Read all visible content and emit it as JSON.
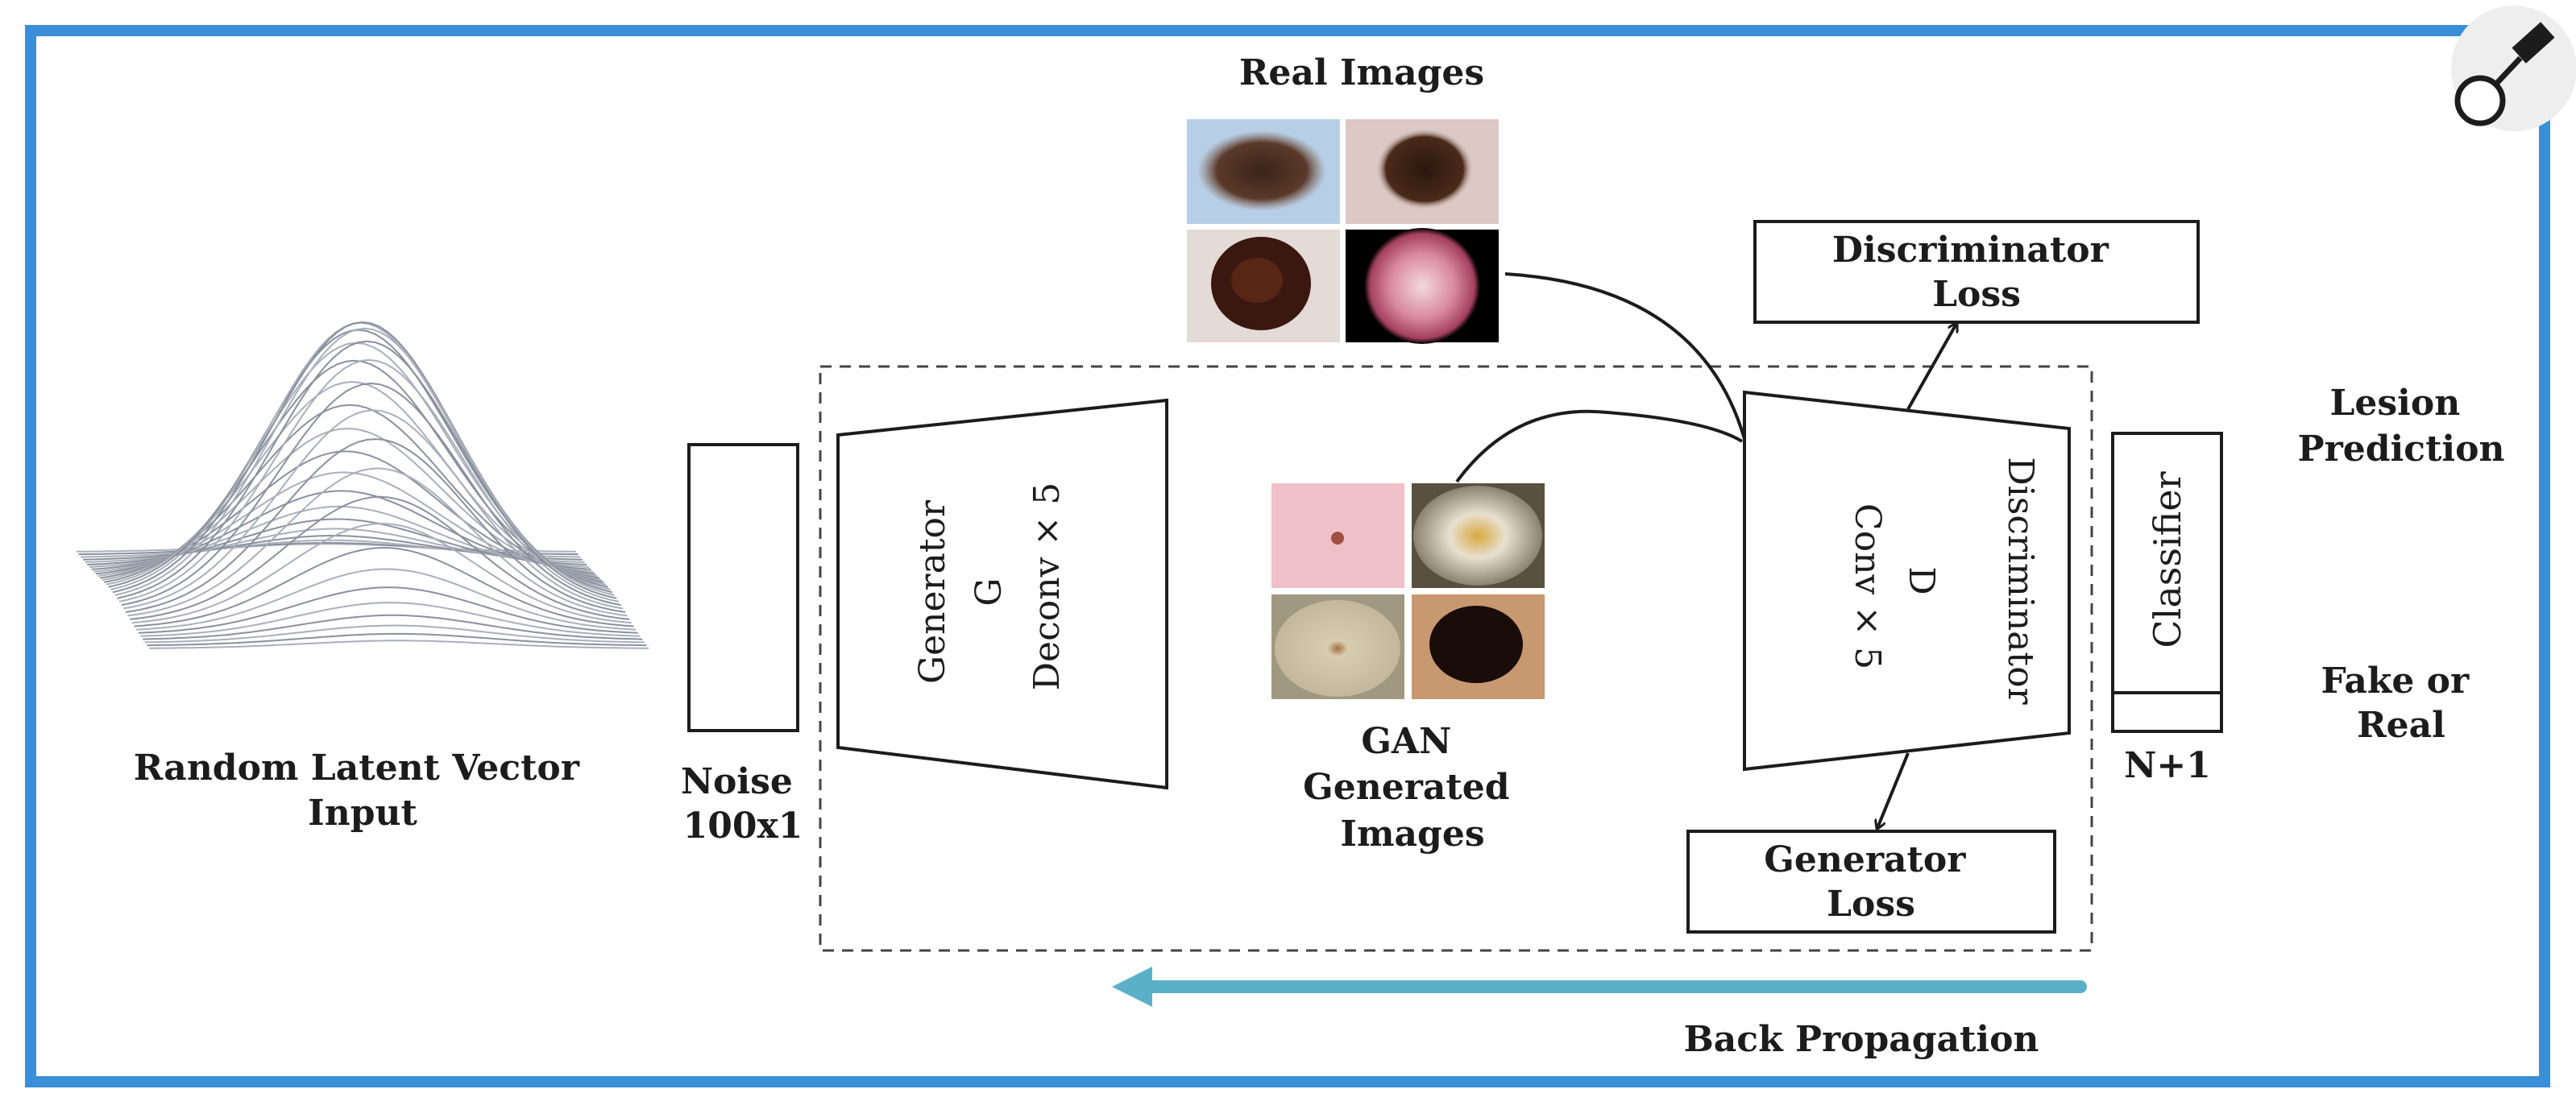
{
  "labels": {
    "real_images": "Real Images",
    "discriminator_loss": [
      "Discriminator",
      "Loss"
    ],
    "lesion_prediction": [
      "Lesion",
      "Prediction"
    ],
    "fake_or_real": [
      "Fake or",
      "Real"
    ],
    "random_latent": [
      "Random Latent Vector",
      "Input"
    ],
    "noise": [
      "Noise",
      "100x1"
    ],
    "generator": [
      "Generator",
      "G",
      "Deconv × 5"
    ],
    "discriminator": [
      "Discriminator",
      "D",
      "Conv × 5"
    ],
    "gan_generated": [
      "GAN",
      "Generated",
      "Images"
    ],
    "classifier": "Classifier",
    "n_plus_1": "N+1",
    "generator_loss": [
      "Generator",
      "Loss"
    ],
    "back_propagation": "Back Propagation"
  },
  "colors": {
    "frame_blue": "#3b8fd9",
    "backprop_arrow": "#5ab0c8",
    "ink": "#1c1c1c"
  },
  "icons": {
    "magnifier": "magnifier-icon"
  }
}
